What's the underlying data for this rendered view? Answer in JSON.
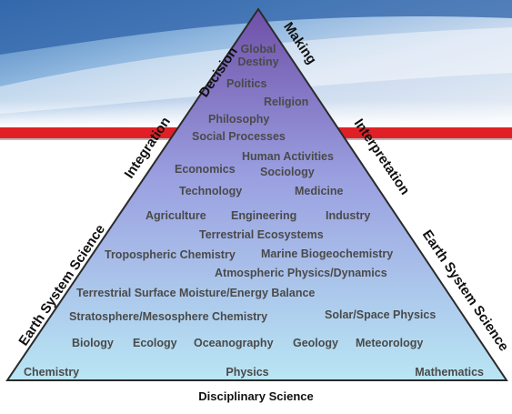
{
  "pyramid": {
    "labels": [
      "Global",
      "Destiny",
      "Politics",
      "Religion",
      "Philosophy",
      "Social Processes",
      "Human Activities",
      "Economics",
      "Sociology",
      "Technology",
      "Medicine",
      "Agriculture",
      "Engineering",
      "Industry",
      "Terrestrial Ecosystems",
      "Tropospheric Chemistry",
      "Marine Biogeochemistry",
      "Atmospheric Physics/Dynamics",
      "Terrestrial Surface Moisture/Energy Balance",
      "Stratosphere/Mesosphere Chemistry",
      "Solar/Space Physics",
      "Biology",
      "Ecology",
      "Oceanography",
      "Geology",
      "Meteorology",
      "Chemistry",
      "Physics",
      "Mathematics"
    ],
    "left_side": {
      "decision": "Decision",
      "integration": "Integration",
      "earth_system_science": "Earth System Science"
    },
    "right_side": {
      "making": "Making",
      "interpretation": "Interpretation",
      "earth_system_science": "Earth System Science"
    },
    "base_label": "Disciplinary Science"
  },
  "colors": {
    "apex": "#6e4fa8",
    "middle": "#9a9fe0",
    "base": "#b9e6f4",
    "outline": "#2a2a2a",
    "red_band": "#e02027"
  }
}
